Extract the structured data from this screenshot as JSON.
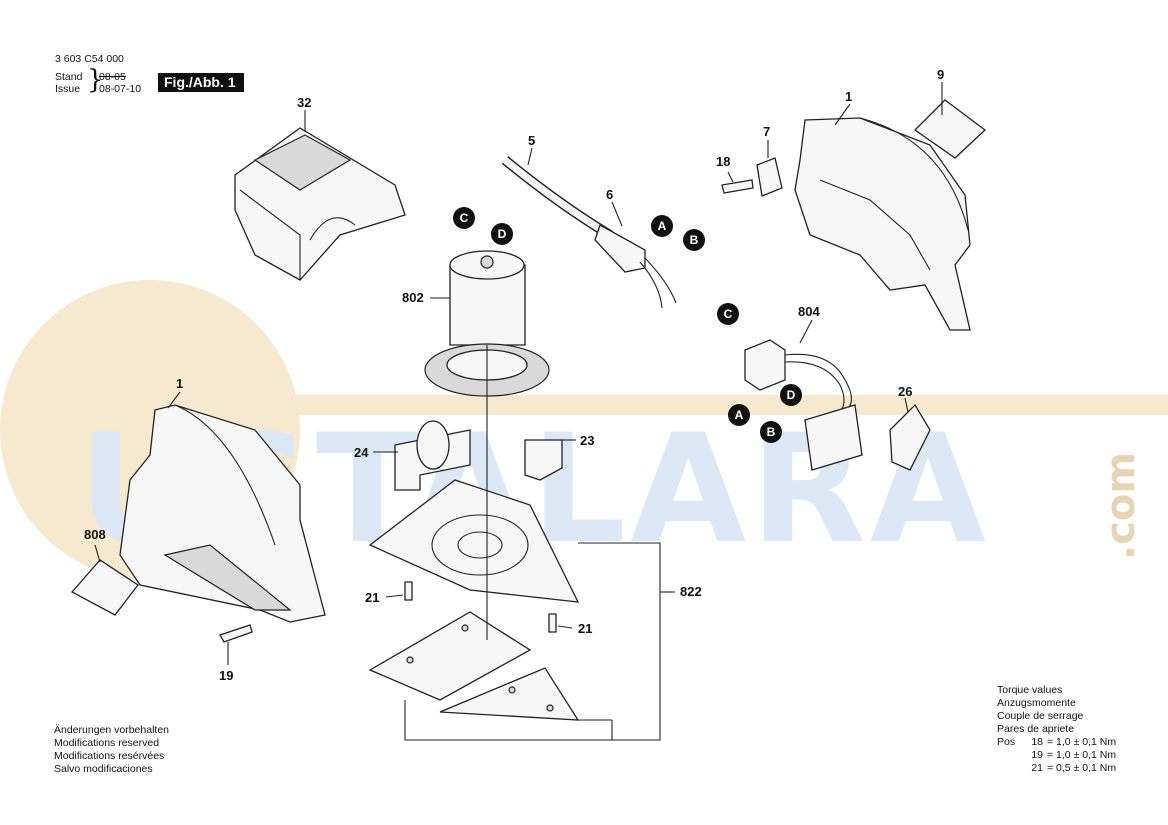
{
  "header": {
    "part_number": "3 603 C54 000",
    "stand_label": "Stand",
    "issue_label": "Issue",
    "date_old": "08-05",
    "date_new": "08-07-10",
    "figure_label": "Fig./Abb. 1"
  },
  "watermark": {
    "brand": "USTALARA",
    "suffix": ".com"
  },
  "part_labels": {
    "p32": "32",
    "p5": "5",
    "p6": "6",
    "p7": "7",
    "p18_top": "18",
    "p1_top": "1",
    "p9": "9",
    "p802": "802",
    "p804": "804",
    "p26": "26",
    "p1_left": "1",
    "p808": "808",
    "p19": "19",
    "p24": "24",
    "p23": "23",
    "p21_left": "21",
    "p21_right": "21",
    "p822": "822"
  },
  "callouts": {
    "C_motor": "C",
    "D_motor": "D",
    "A_cable": "A",
    "B_cable": "B",
    "C_switch": "C",
    "D_switch": "D",
    "A_switch": "A",
    "B_switch": "B"
  },
  "notes": [
    "Änderungen vorbehalten",
    "Modifications reserved",
    "Modifications resérvées",
    "Salvo modificaciones"
  ],
  "torque": {
    "titles": [
      "Torque values",
      "Anzugsmomente",
      "Couple de serrage",
      "Pares de apriete"
    ],
    "pos_label": "Pos",
    "rows": [
      {
        "pos": "18",
        "value": "= 1,0 ± 0,1 Nm"
      },
      {
        "pos": "19",
        "value": "= 1,0 ± 0,1 Nm"
      },
      {
        "pos": "21",
        "value": "= 0,5 ± 0,1 Nm"
      }
    ]
  }
}
